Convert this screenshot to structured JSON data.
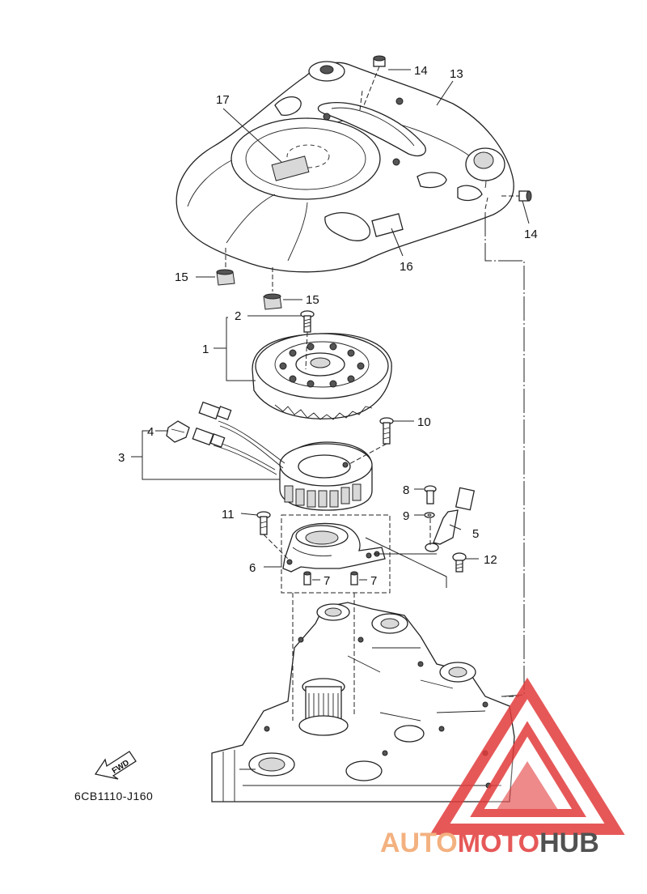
{
  "diagram": {
    "code": "6CB1110-J160",
    "fwd_label": "FWD",
    "part_numbers": {
      "p1": "1",
      "p2": "2",
      "p3": "3",
      "p4": "4",
      "p5": "5",
      "p6": "6",
      "p7a": "7",
      "p7b": "7",
      "p8": "8",
      "p9": "9",
      "p10": "10",
      "p11": "11",
      "p12": "12",
      "p13": "13",
      "p14a": "14",
      "p14b": "14",
      "p15a": "15",
      "p15b": "15",
      "p16": "16",
      "p17": "17"
    }
  },
  "watermark": {
    "word_auto": "AUTO",
    "word_moto": "MOTO",
    "word_hub": "HUB",
    "colors": {
      "auto": "#f2a46a",
      "moto": "#e23b3b",
      "hub": "#333333",
      "triangle": "#e23b3b"
    }
  }
}
